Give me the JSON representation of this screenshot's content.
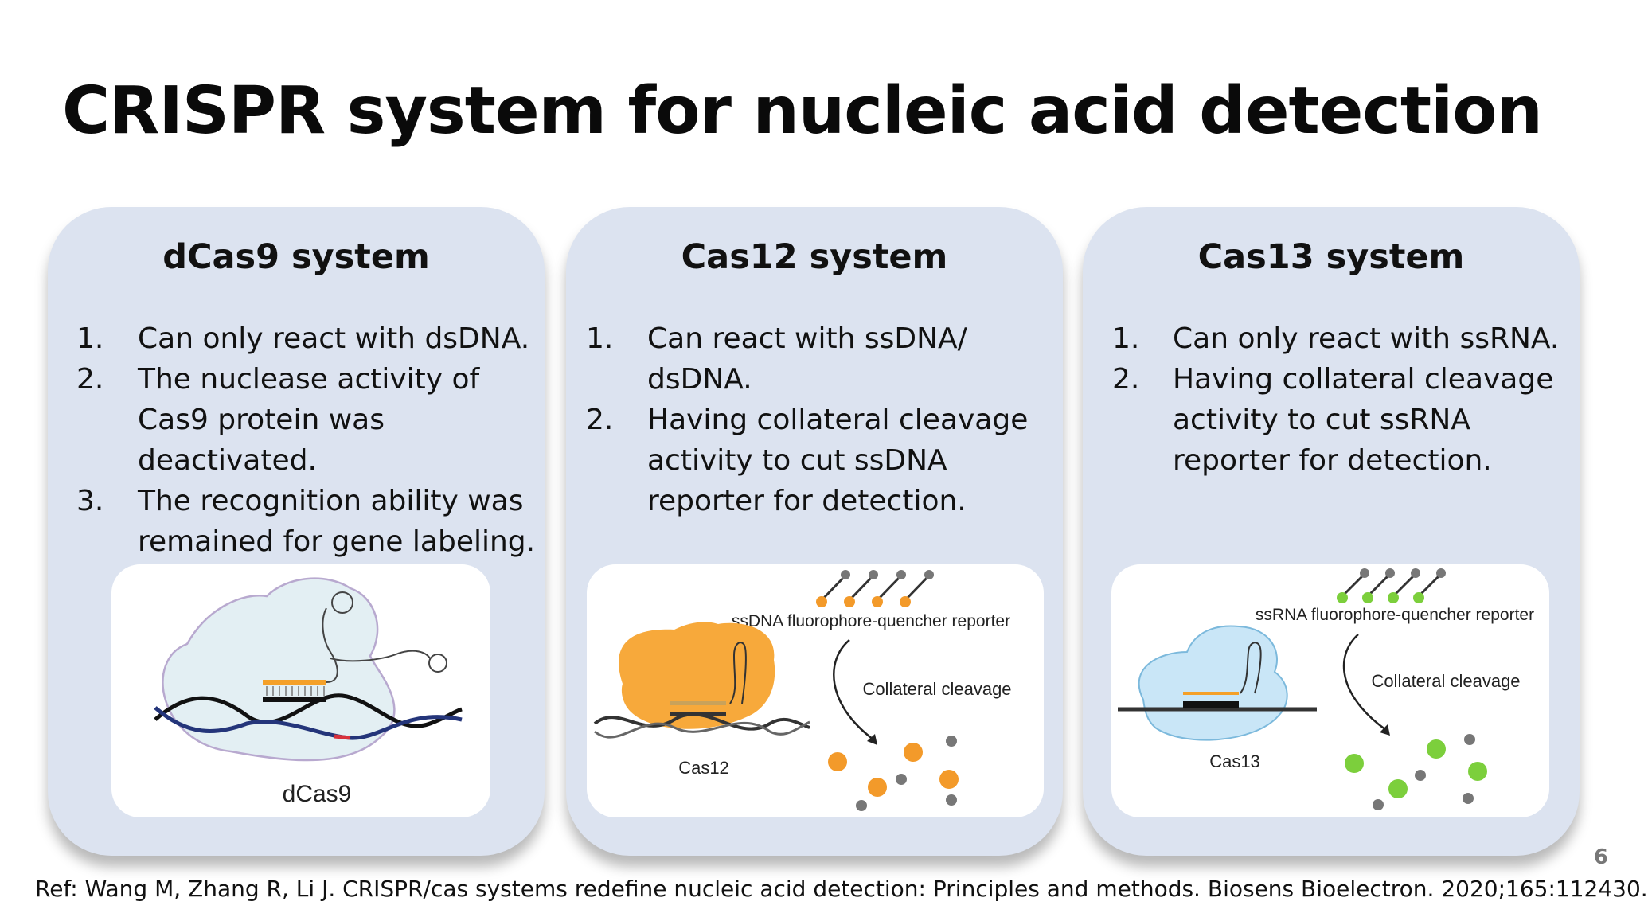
{
  "slide": {
    "title": "CRISPR system for nucleic acid detection",
    "page_number": "6",
    "reference": "Ref: Wang M, Zhang R, Li J. CRISPR/cas systems redefine nucleic acid detection: Principles and methods. Biosens Bioelectron. 2020;165:112430."
  },
  "cards": [
    {
      "title": "dCas9 system",
      "items": [
        {
          "num": "1.",
          "text": "Can only react with dsDNA."
        },
        {
          "num": "2.",
          "text": "The nuclease activity of Cas9 protein was deactivated."
        },
        {
          "num": "3.",
          "text": "The recognition ability was remained for gene labeling."
        }
      ],
      "figure": {
        "protein_label": "dCas9",
        "protein_color": "#e3eff3"
      }
    },
    {
      "title": "Cas12 system",
      "items": [
        {
          "num": "1.",
          "text": "Can react with ssDNA/ dsDNA."
        },
        {
          "num": "2.",
          "text": "Having collateral cleavage activity to cut ssDNA reporter for detection."
        }
      ],
      "figure": {
        "reporter_label": "ssDNA fluorophore-quencher reporter",
        "cleavage_label": "Collateral cleavage",
        "protein_label": "Cas12",
        "protein_color": "#f7a93b",
        "fluorophore_color": "#f39a2a"
      }
    },
    {
      "title": "Cas13 system",
      "items": [
        {
          "num": "1.",
          "text": "Can only react with ssRNA."
        },
        {
          "num": "2.",
          "text": "Having collateral cleavage activity to cut ssRNA reporter for detection."
        }
      ],
      "figure": {
        "reporter_label": "ssRNA fluorophore-quencher reporter",
        "cleavage_label": "Collateral cleavage",
        "protein_label": "Cas13",
        "protein_color": "#c9e6f7",
        "fluorophore_color": "#7ccf3c"
      }
    }
  ]
}
